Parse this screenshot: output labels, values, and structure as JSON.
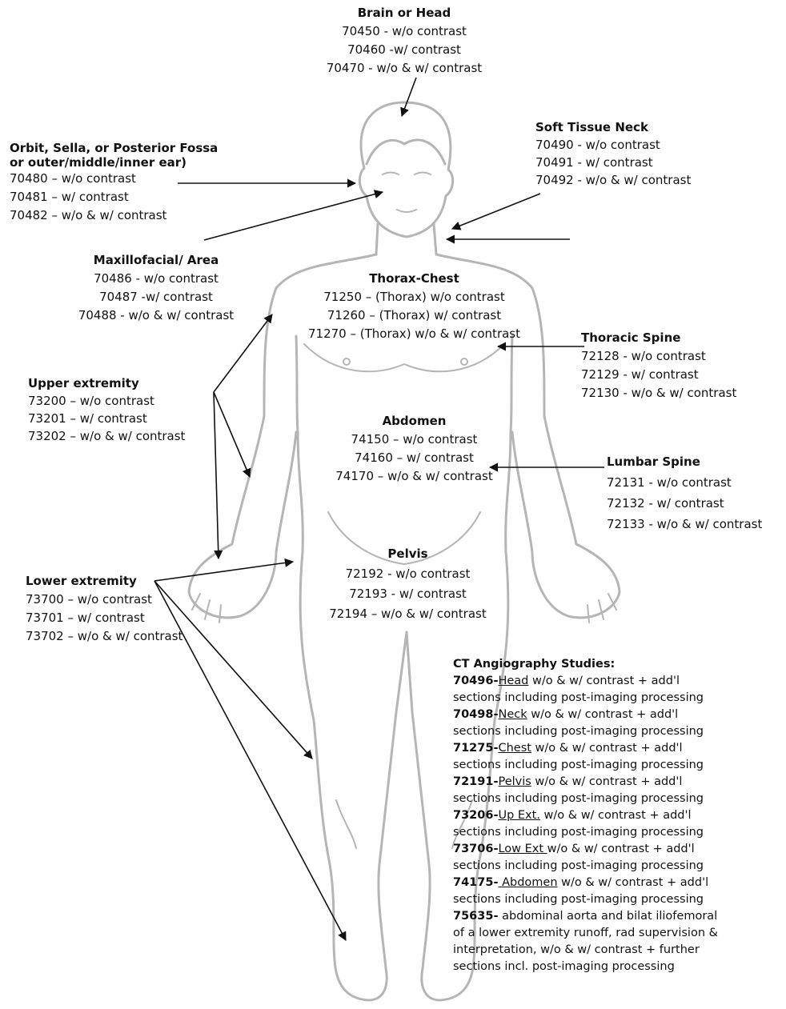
{
  "regions": {
    "brain": {
      "title": "Brain or Head",
      "lines": [
        "70450 - w/o contrast",
        "70460 -w/ contrast",
        "70470 - w/o & w/ contrast"
      ]
    },
    "soft_tissue_neck": {
      "title": "Soft Tissue Neck",
      "lines": [
        "70490 - w/o contrast",
        "70491 - w/ contrast",
        "70492 - w/o & w/ contrast"
      ]
    },
    "orbit": {
      "title_line1": "Orbit, Sella, or Posterior Fossa",
      "title_line2": "or outer/middle/inner ear)",
      "lines": [
        "70480 – w/o contrast",
        "70481 – w/ contrast",
        "70482 – w/o & w/ contrast"
      ]
    },
    "maxillofacial": {
      "title": "Maxillofacial/ Area",
      "lines": [
        "70486 - w/o contrast",
        "70487 -w/ contrast",
        "70488 - w/o & w/ contrast"
      ]
    },
    "thorax": {
      "title": "Thorax-Chest",
      "lines": [
        "71250 – (Thorax) w/o contrast",
        "71260 – (Thorax) w/ contrast",
        "71270 – (Thorax) w/o & w/ contrast"
      ]
    },
    "thoracic_spine": {
      "title": "Thoracic Spine",
      "lines": [
        "72128 - w/o contrast",
        "72129 - w/ contrast",
        "72130 - w/o & w/ contrast"
      ]
    },
    "upper_extremity": {
      "title": "Upper extremity",
      "lines": [
        "73200 – w/o contrast",
        "73201 – w/ contrast",
        "73202 – w/o & w/ contrast"
      ]
    },
    "abdomen": {
      "title": "Abdomen",
      "lines": [
        "74150 – w/o contrast",
        "74160 – w/ contrast",
        "74170 – w/o & w/ contrast"
      ]
    },
    "lumbar_spine": {
      "title": "Lumbar Spine",
      "lines": [
        "72131 - w/o contrast",
        "72132 - w/ contrast",
        "72133 - w/o & w/ contrast"
      ]
    },
    "pelvis": {
      "title": "Pelvis",
      "lines": [
        "72192 - w/o contrast",
        "72193 - w/ contrast",
        "72194 – w/o & w/ contrast"
      ]
    },
    "lower_extremity": {
      "title": "Lower extremity",
      "lines": [
        "73700 – w/o contrast",
        "73701 – w/ contrast",
        "73702 – w/o & w/ contrast"
      ]
    }
  },
  "ct_angiography": {
    "title": "CT Angiography Studies:",
    "items": [
      {
        "code": "70496-",
        "part": "Head",
        "rest": " w/o & w/ contrast + add'l",
        "line2": "sections including post-imaging processing"
      },
      {
        "code": "70498-",
        "part": "Neck",
        "rest": " w/o & w/ contrast + add'l",
        "line2": "sections including post-imaging processing"
      },
      {
        "code": "71275-",
        "part": "Chest",
        "rest": " w/o & w/ contrast + add'l",
        "line2": "sections including post-imaging processing"
      },
      {
        "code": "72191-",
        "part": "Pelvis",
        "rest": " w/o & w/ contrast + add'l",
        "line2": "sections including post-imaging processing"
      },
      {
        "code": "73206-",
        "part": "Up Ext.",
        "rest": " w/o & w/ contrast + add'l",
        "line2": "sections including post-imaging processing"
      },
      {
        "code": "73706-",
        "part": "Low Ext ",
        "rest": "w/o & w/ contrast + add'l",
        "line2": "sections including post-imaging processing"
      },
      {
        "code": "74175-",
        "part": " Abdomen",
        "rest": " w/o & w/ contrast + add'l",
        "line2": "sections including post-imaging processing"
      }
    ],
    "last": {
      "code": "75635-",
      "lines": [
        " abdominal aorta and bilat iliofemoral",
        "of a lower extremity runoff, rad supervision &",
        "interpretation, w/o & w/ contrast + further",
        "sections incl. post-imaging processing"
      ]
    }
  },
  "colors": {
    "outline": "#b5b5b5",
    "arrow": "#111111",
    "text": "#111111"
  }
}
